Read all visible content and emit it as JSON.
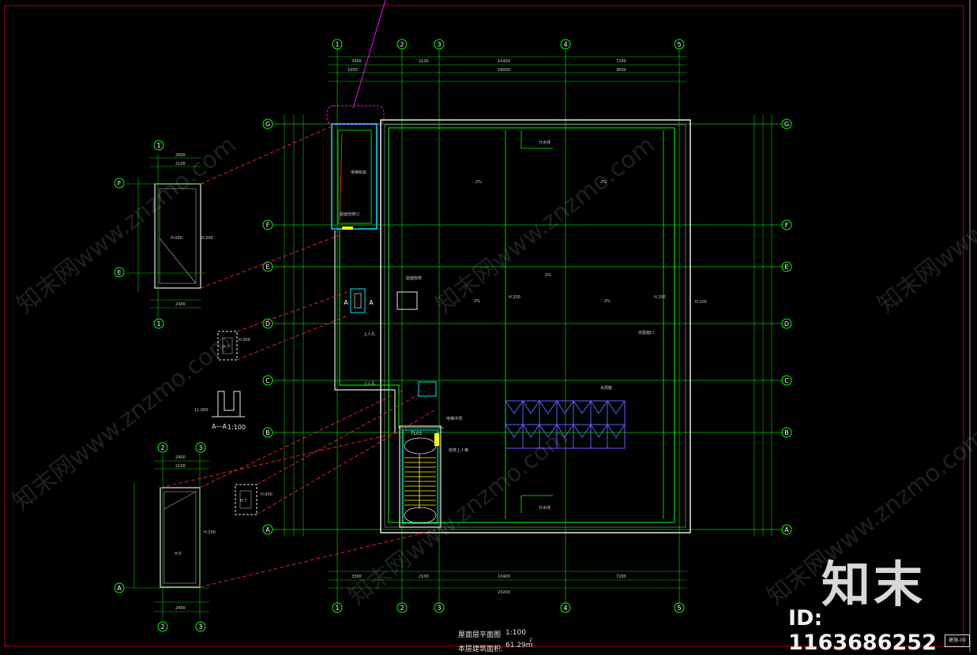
{
  "drawing": {
    "plan_title": "屋面层平面图",
    "plan_scale": "1:100",
    "area_label": "本层建筑面积:",
    "area_value": "61.29m",
    "area_superscript": "2",
    "section_label": "A—A",
    "section_scale": "1:100",
    "stair_label": "TL01",
    "corner_stamp": "建施-09"
  },
  "axes": {
    "vertical_top": [
      "1",
      "2",
      "3",
      "4",
      "5"
    ],
    "vertical_bottom": [
      "1",
      "2",
      "3",
      "4",
      "5"
    ],
    "horizontal_left": [
      "G",
      "F",
      "E",
      "D",
      "C",
      "B",
      "A"
    ],
    "horizontal_right": [
      "G",
      "F",
      "E",
      "D",
      "C",
      "B",
      "A"
    ],
    "detail1_top": "1",
    "detail1_bottom": "1",
    "detail1_side": [
      "F",
      "E"
    ],
    "detail2_top": [
      "2",
      "3"
    ],
    "detail2_bottom": [
      "2",
      "3"
    ],
    "detail2_side": "A",
    "section_marks": [
      "A",
      "A"
    ]
  },
  "watermark": {
    "brand": "知末",
    "id_label": "ID: 1163686252",
    "url_text": "知末网www.znzmo.com"
  },
  "colors": {
    "background": "#000000",
    "axis_green": "#00ff00",
    "wall_white": "#e8e8e8",
    "cyan": "#00e5ff",
    "magenta": "#ff00ff",
    "red_dash": "#ff2020",
    "yellow": "#ffff00",
    "blue_panel": "#6060ff",
    "frame_red": "#c00000"
  }
}
